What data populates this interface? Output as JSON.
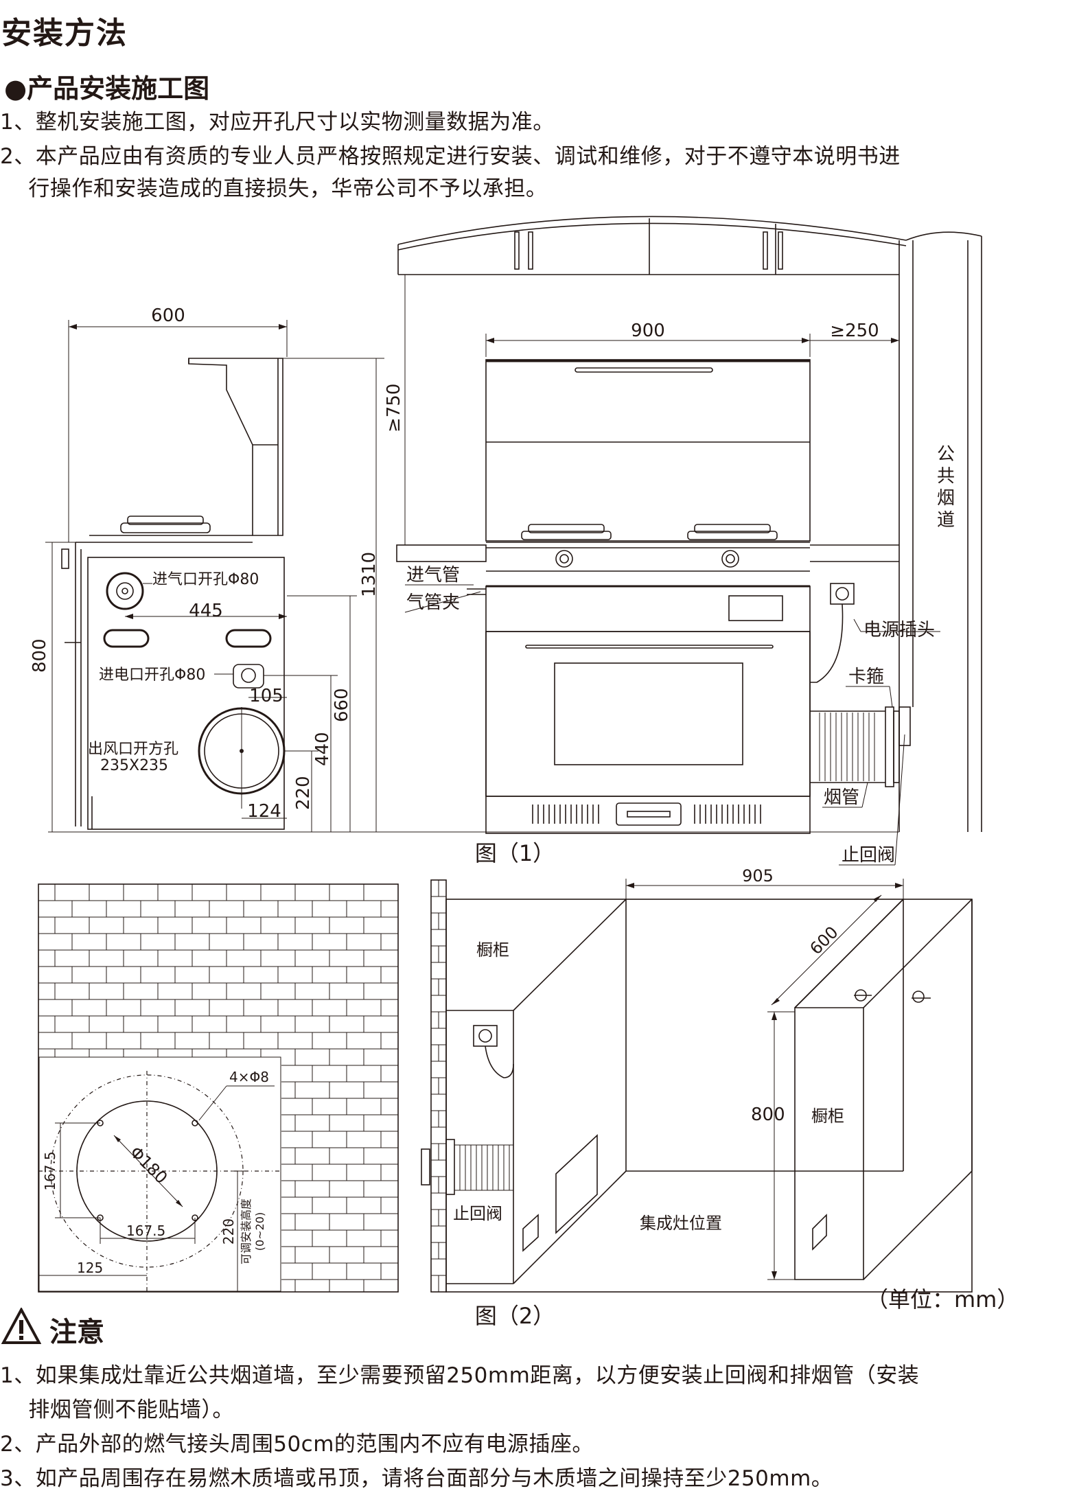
{
  "title": "安装方法",
  "section": {
    "bullet": "●",
    "heading": "产品安装施工图",
    "items": [
      "1、整机安装施工图，对应开孔尺寸以实物测量数据为准。",
      "2、本产品应由有资质的专业人员严格按照规定进行安装、调试和维修，对于不遵守本说明书进",
      "    行操作和安装造成的直接损失，华帝公司不予以承担。"
    ]
  },
  "figure1": {
    "caption": "图（1）",
    "side_view": {
      "width": "600",
      "height_800": "800",
      "height_1310": "1310",
      "height_660": "660",
      "height_440": "440",
      "height_220": "220",
      "offset_445": "445",
      "offset_105": "105",
      "offset_124": "124",
      "gas_hole": "进气口开孔Φ80",
      "power_hole": "进电口开孔Φ80",
      "vent_hole": "出风口开方孔",
      "vent_size": "235X235"
    },
    "front_view": {
      "width_900": "900",
      "gap_250": "≥250",
      "height_750": "≥750",
      "gas_pipe": "进气管",
      "pipe_clip": "气管夹",
      "power_plug": "电源插头",
      "clamp": "卡箍",
      "smoke_pipe": "烟管",
      "check_valve": "止回阀",
      "flue": [
        "公",
        "共",
        "烟",
        "道"
      ]
    }
  },
  "figure2": {
    "caption": "图（2）",
    "unit": "（单位：mm）",
    "wall_view": {
      "holes": "4×Φ8",
      "diameter": "Φ180",
      "h_167": "167.5",
      "w_167": "167.5",
      "w_125": "125",
      "h_220": "220",
      "adjust_1": "可调安装高度",
      "adjust_2": "(0~20)"
    },
    "cabinet_view": {
      "cabinet_left": "橱柜",
      "cabinet_right": "橱柜",
      "width_905": "905",
      "depth_600": "600",
      "height_800": "800",
      "check_valve": "止回阀",
      "position": "集成灶位置"
    }
  },
  "notice": {
    "heading": "注意",
    "items": [
      "1、如果集成灶靠近公共烟道墙，至少需要预留250mm距离，以方便安装止回阀和排烟管（安装",
      "    排烟管侧不能贴墙）。",
      "2、产品外部的燃气接头周围50cm的范围内不应有电源插座。",
      "3、如产品周围存在易燃木质墙或吊顶，请将台面部分与木质墙之间操持至少250mm。"
    ]
  }
}
